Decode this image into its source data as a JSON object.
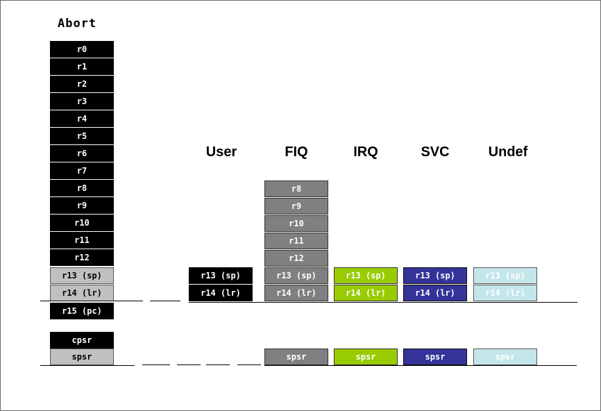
{
  "title": "Abort",
  "mode_headers": [
    "User",
    "FIQ",
    "IRQ",
    "SVC",
    "Undef"
  ],
  "abort_registers": [
    "r0",
    "r1",
    "r2",
    "r3",
    "r4",
    "r5",
    "r6",
    "r7",
    "r8",
    "r9",
    "r10",
    "r11",
    "r12",
    "r13 (sp)",
    "r14 (lr)",
    "r15 (pc)"
  ],
  "abort_cpsr": "cpsr",
  "abort_spsr": "spsr",
  "user_registers": [
    "r13 (sp)",
    "r14 (lr)"
  ],
  "fiq_registers": [
    "r8",
    "r9",
    "r10",
    "r11",
    "r12",
    "r13 (sp)",
    "r14 (lr)"
  ],
  "irq_registers": [
    "r13 (sp)",
    "r14 (lr)"
  ],
  "svc_registers": [
    "r13 (sp)",
    "r14 (lr)"
  ],
  "undef_registers": [
    "r13 (sp)",
    "r14 (lr)"
  ],
  "spsr_label": "spsr",
  "colors": {
    "black": "#000000",
    "light_gray": "#c0c0c0",
    "dark_gray": "#808080",
    "green": "#99cc00",
    "navy": "#333399",
    "light_blue": "#c4e6ea"
  }
}
